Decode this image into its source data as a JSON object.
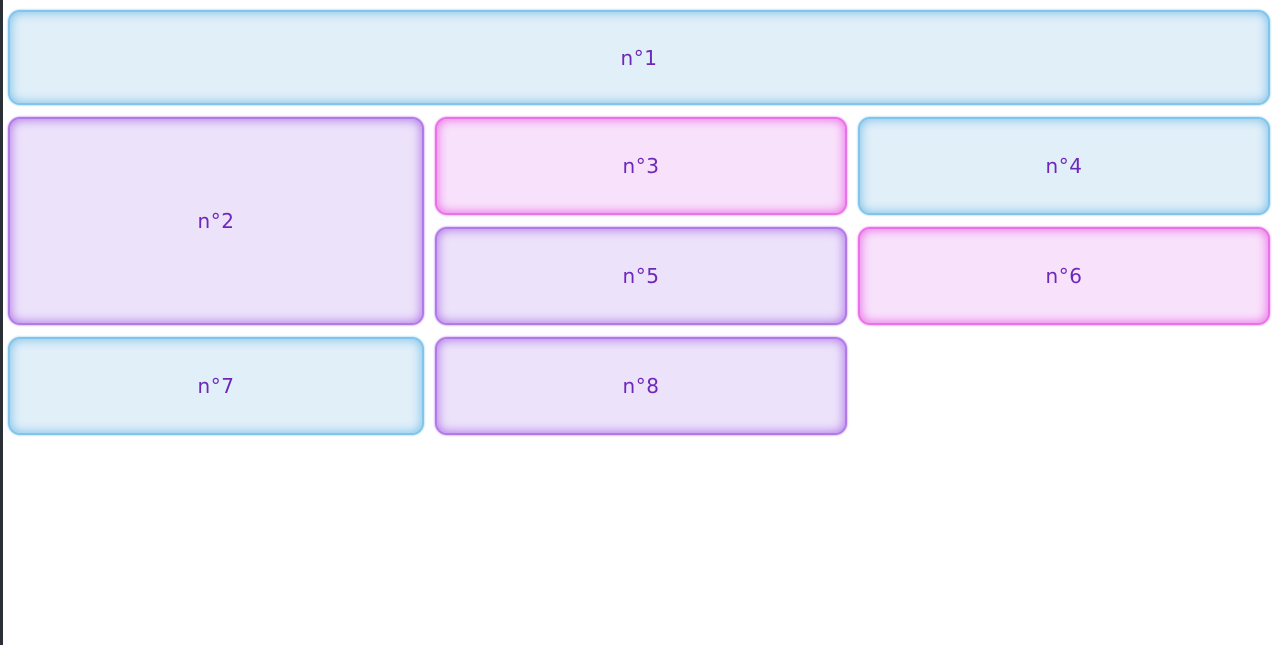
{
  "theme": {
    "text_color": "#6d28b9",
    "page_background": "#ffffff",
    "left_edge_color": "#2b2f36",
    "palette": {
      "blue": {
        "border": "#82c4ea",
        "background": "#e1eff9"
      },
      "purple": {
        "border": "#b27ae8",
        "background": "#ece2fa"
      },
      "pink": {
        "border": "#ea72e9",
        "background": "#f8e2fb"
      }
    }
  },
  "cards": [
    {
      "label": "n°1",
      "theme": "blue",
      "border_color": "#82c4ea",
      "background_color": "#e1eff9",
      "position": "row 1, spans all 3 columns"
    },
    {
      "label": "n°2",
      "theme": "purple",
      "border_color": "#b27ae8",
      "background_color": "#ece2fa",
      "position": "column 1, spans rows 2-3"
    },
    {
      "label": "n°3",
      "theme": "pink",
      "border_color": "#ea72e9",
      "background_color": "#f8e2fb",
      "position": "column 2, row 2"
    },
    {
      "label": "n°4",
      "theme": "blue",
      "border_color": "#82c4ea",
      "background_color": "#e1eff9",
      "position": "column 3, row 2"
    },
    {
      "label": "n°5",
      "theme": "purple",
      "border_color": "#b27ae8",
      "background_color": "#ece2fa",
      "position": "column 2, row 3"
    },
    {
      "label": "n°6",
      "theme": "pink",
      "border_color": "#ea72e9",
      "background_color": "#f8e2fb",
      "position": "column 3, row 3"
    },
    {
      "label": "n°7",
      "theme": "blue",
      "border_color": "#82c4ea",
      "background_color": "#e1eff9",
      "position": "column 1, row 4"
    },
    {
      "label": "n°8",
      "theme": "purple",
      "border_color": "#b27ae8",
      "background_color": "#ece2fa",
      "position": "column 2, row 4"
    }
  ]
}
